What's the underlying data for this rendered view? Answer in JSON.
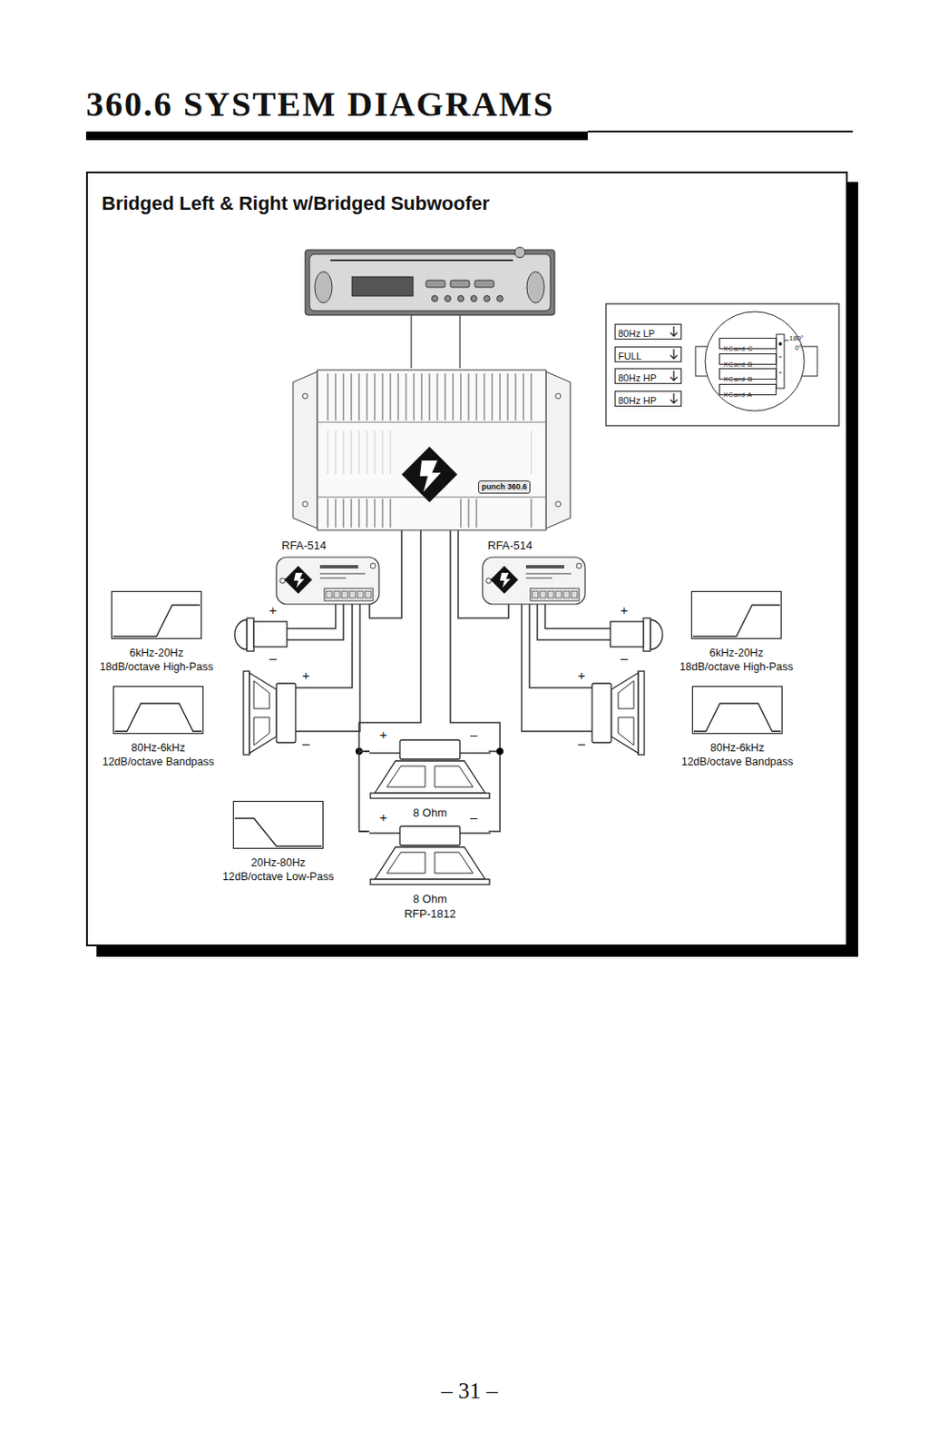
{
  "diagram": {
    "title": "360.6 SYSTEM DIAGRAMS",
    "nodes": [
      {
        "text": [
          "Bridged Left & Right w/Bridged Subwoofer"
        ]
      },
      {
        "text": [
          "80Hz LP"
        ],
        "in": 0
      },
      {
        "text": [
          "FULL"
        ],
        "in": 0
      },
      {
        "text": [
          "80Hz HP"
        ],
        "in": 0
      },
      {
        "text": [
          "80Hz HP"
        ],
        "in": 0
      },
      {
        "text": [
          "XCard C"
        ],
        "in": 0
      },
      {
        "text": [
          "XCard B"
        ],
        "in": 0
      },
      {
        "text": [
          "XCard B"
        ],
        "in": 0
      },
      {
        "text": [
          "XCard A"
        ],
        "in": 0
      },
      {
        "text": [
          "punch 360.6"
        ],
        "in": 0
      },
      {
        "text": [
          "RFA-514"
        ],
        "in": 0
      },
      {
        "text": [
          "RFA-514"
        ],
        "in": 0
      },
      {
        "text": [
          "6kHz-20Hz",
          "18dB/octave High-Pass"
        ],
        "in": 0
      },
      {
        "text": [
          "80Hz-6kHz",
          "12dB/octave Bandpass"
        ],
        "in": 0
      },
      {
        "text": [
          "6kHz-20Hz",
          "18dB/octave High-Pass"
        ],
        "in": 0
      },
      {
        "text": [
          "80Hz-6kHz",
          "12dB/octave Bandpass"
        ],
        "in": 0
      },
      {
        "text": [
          "8 Ohm"
        ],
        "in": 0
      },
      {
        "text": [
          "20Hz-80Hz",
          "12dB/octave Low-Pass"
        ],
        "in": 0
      },
      {
        "text": [
          "8 Ohm",
          "RFP-1812"
        ],
        "in": 0
      }
    ],
    "edges": [
      {
        "from": 9,
        "to": 10,
        "arrow": "none"
      },
      {
        "from": 9,
        "to": 11,
        "arrow": "none"
      },
      {
        "from": 9,
        "to": 16,
        "arrow": "none"
      },
      {
        "from": 16,
        "to": 18,
        "arrow": "none"
      }
    ],
    "labels": [
      "180°",
      "0°",
      "+",
      "–",
      "+",
      "–",
      "+",
      "–",
      "+",
      "–",
      "+",
      "–",
      "+",
      "–",
      "– 31 –"
    ]
  }
}
